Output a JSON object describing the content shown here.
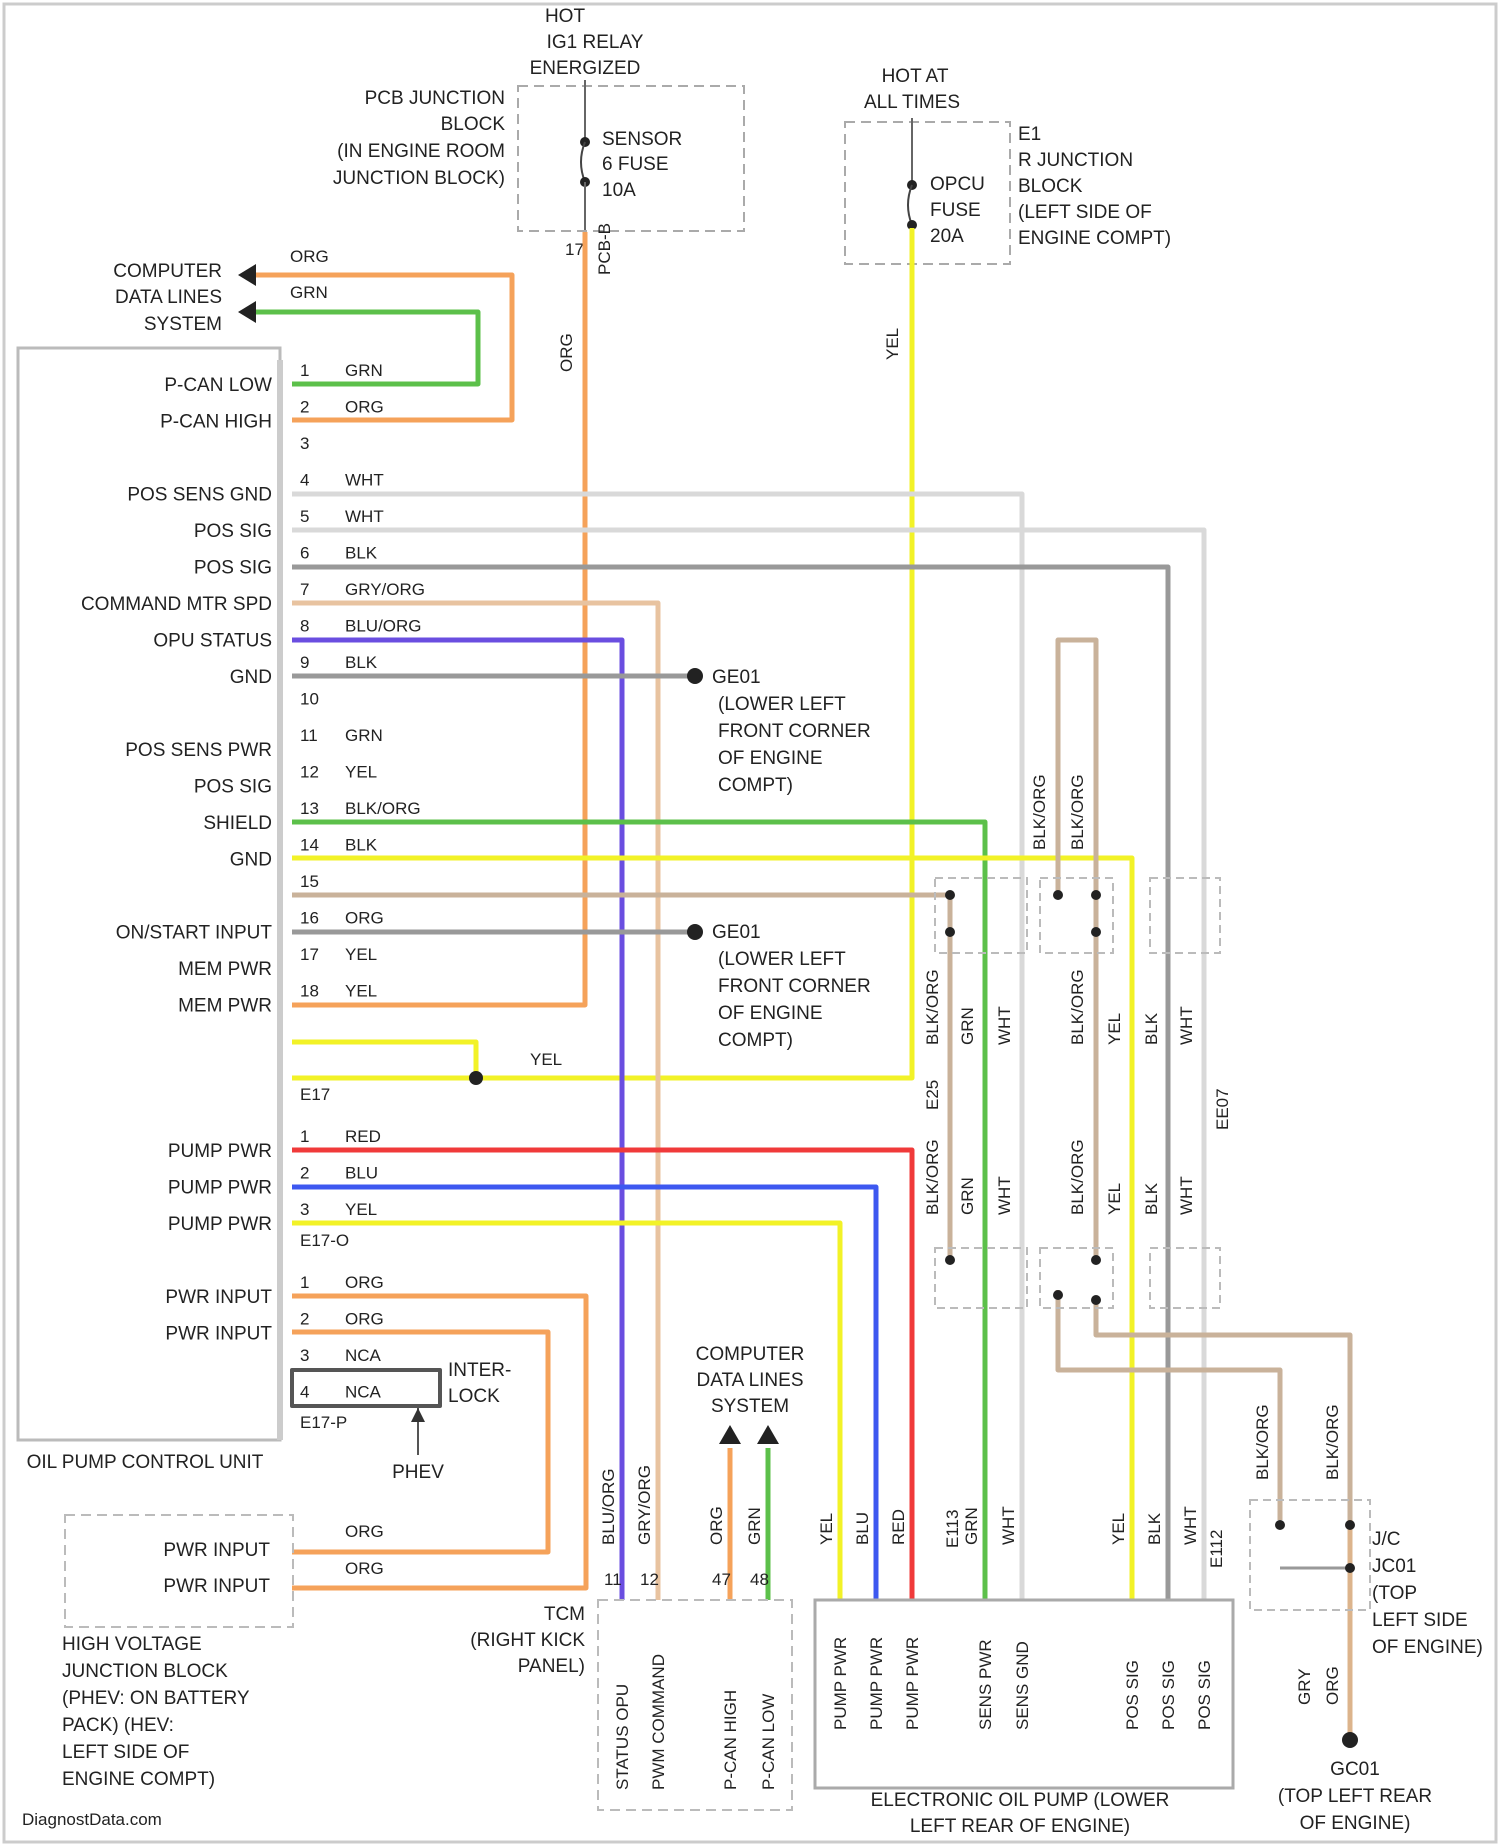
{
  "colors": {
    "ORG": "#f5a25a",
    "GRN": "#5cc04a",
    "YEL": "#f2f227",
    "RED": "#f03a3a",
    "BLU": "#3d58f0",
    "VIO": "#6a4ee0",
    "BLK": "#888888",
    "WHT": "#cfcfcf",
    "TAN": "#dcb48c",
    "GRYORG": "#999999"
  },
  "sources": {
    "hot_relay": [
      "HOT",
      "IG1 RELAY",
      "ENERGIZED"
    ],
    "pcb_block": [
      "PCB JUNCTION",
      "BLOCK",
      "(IN ENGINE ROOM",
      "JUNCTION BLOCK)"
    ],
    "sensor_fuse": [
      "SENSOR",
      "6 FUSE",
      "10A"
    ],
    "sensor_pins": [
      "17",
      "PCB-B"
    ],
    "hot_all": [
      "HOT AT",
      "ALL TIMES"
    ],
    "opcu_fuse": [
      "OPCU",
      "FUSE",
      "20A"
    ],
    "rjb": [
      "E1",
      "R JUNCTION",
      "BLOCK",
      "(LEFT SIDE OF",
      "ENGINE COMPT)"
    ],
    "cdl_top": [
      "COMPUTER",
      "DATA LINES",
      "SYSTEM"
    ],
    "cdl_bottom": [
      "COMPUTER",
      "DATA LINES",
      "SYSTEM"
    ]
  },
  "wire_vert_labels": {
    "org_feed": "ORG",
    "yel_feed": "YEL",
    "org_top": "ORG",
    "grn_top": "GRN"
  },
  "opcu": {
    "title": "OIL PUMP CONTROL UNIT",
    "pins_a": [
      {
        "n": "1",
        "label": "P-CAN LOW",
        "color": "GRN"
      },
      {
        "n": "2",
        "label": "P-CAN HIGH",
        "color": "ORG"
      },
      {
        "n": "3",
        "label": "",
        "color": ""
      },
      {
        "n": "4",
        "label": "POS SENS GND",
        "color": "WHT"
      },
      {
        "n": "5",
        "label": "POS SIG",
        "color": "WHT"
      },
      {
        "n": "6",
        "label": "POS SIG",
        "color": "BLK"
      },
      {
        "n": "7",
        "label": "COMMAND MTR SPD",
        "color": "GRY/ORG"
      },
      {
        "n": "8",
        "label": "OPU STATUS",
        "color": "BLU/ORG"
      },
      {
        "n": "9",
        "label": "GND",
        "color": "BLK"
      },
      {
        "n": "10",
        "label": "",
        "color": ""
      },
      {
        "n": "11",
        "label": "POS SENS PWR",
        "color": "GRN"
      },
      {
        "n": "12",
        "label": "POS SIG",
        "color": "YEL"
      },
      {
        "n": "13",
        "label": "SHIELD",
        "color": "BLK/ORG"
      },
      {
        "n": "14",
        "label": "GND",
        "color": "BLK"
      },
      {
        "n": "15",
        "label": "",
        "color": ""
      },
      {
        "n": "16",
        "label": "ON/START INPUT",
        "color": "ORG"
      },
      {
        "n": "17",
        "label": "MEM PWR",
        "color": "YEL"
      },
      {
        "n": "18",
        "label": "MEM PWR",
        "color": "YEL"
      }
    ],
    "conn_a": "E17",
    "pins_b": [
      {
        "n": "1",
        "label": "PUMP PWR",
        "color": "RED"
      },
      {
        "n": "2",
        "label": "PUMP PWR",
        "color": "BLU"
      },
      {
        "n": "3",
        "label": "PUMP PWR",
        "color": "YEL"
      }
    ],
    "conn_b": "E17-O",
    "pins_c": [
      {
        "n": "1",
        "label": "PWR INPUT",
        "color": "ORG"
      },
      {
        "n": "2",
        "label": "PWR INPUT",
        "color": "ORG"
      },
      {
        "n": "3",
        "label": "",
        "color": "NCA"
      },
      {
        "n": "4",
        "label": "",
        "color": "NCA"
      }
    ],
    "conn_c": "E17-P",
    "interlock": [
      "INTER-",
      "LOCK"
    ],
    "phev": "PHEV"
  },
  "grounds": {
    "g1": [
      "GE01",
      "(LOWER LEFT",
      "FRONT CORNER",
      "OF ENGINE",
      "COMPT)"
    ],
    "g2": [
      "GE01",
      "(LOWER LEFT",
      "FRONT CORNER",
      "OF ENGINE",
      "COMPT)"
    ],
    "g3": [
      "GC01",
      "(TOP LEFT REAR",
      "OF ENGINE)"
    ]
  },
  "mem_yel": "YEL",
  "hvjb": {
    "pins": [
      "PWR INPUT",
      "PWR INPUT"
    ],
    "wires": [
      "ORG",
      "ORG"
    ],
    "caption": [
      "HIGH VOLTAGE",
      "JUNCTION BLOCK",
      "(PHEV: ON BATTERY",
      "PACK) (HEV:",
      "LEFT SIDE OF",
      "ENGINE COMPT)"
    ]
  },
  "tcm": {
    "caption": [
      "TCM",
      "(RIGHT KICK",
      "PANEL)"
    ],
    "pins": [
      "STATUS OPU",
      "PWM COMMAND",
      "P-CAN HIGH",
      "P-CAN LOW"
    ],
    "wires": [
      "BLU/ORG",
      "GRY/ORG",
      "ORG",
      "GRN"
    ],
    "pin_nums": [
      "11",
      "12",
      "47",
      "48"
    ]
  },
  "eop": {
    "caption": [
      "ELECTRONIC OIL PUMP (LOWER",
      "LEFT REAR OF ENGINE)"
    ],
    "pins": [
      "PUMP PWR",
      "PUMP PWR",
      "PUMP PWR",
      "SENS PWR",
      "SENS GND",
      "POS SIG",
      "POS SIG",
      "POS SIG"
    ],
    "wires": [
      "YEL",
      "BLU",
      "RED",
      "GRN",
      "WHT",
      "YEL",
      "BLK",
      "WHT"
    ],
    "conns": [
      "E113",
      "E112"
    ]
  },
  "jc": {
    "labels": [
      "J/C",
      "JC01",
      "(TOP",
      "LEFT SIDE",
      "OF ENGINE)"
    ],
    "wires": [
      "BLK/ORG",
      "BLK/ORG",
      "GRY",
      "ORG"
    ]
  },
  "shield_labels": {
    "top_a": "BLK/ORG",
    "top_b": "BLK/ORG",
    "mid_left": [
      "BLK/ORG",
      "GRN",
      "WHT"
    ],
    "mid_right": [
      "BLK/ORG",
      "YEL",
      "BLK",
      "WHT"
    ],
    "low_left": [
      "BLK/ORG",
      "GRN",
      "WHT"
    ],
    "low_right": [
      "BLK/ORG",
      "YEL",
      "BLK",
      "WHT"
    ],
    "conn_left": "E25",
    "conn_right": "EE07"
  },
  "credit": "DiagnostData.com"
}
